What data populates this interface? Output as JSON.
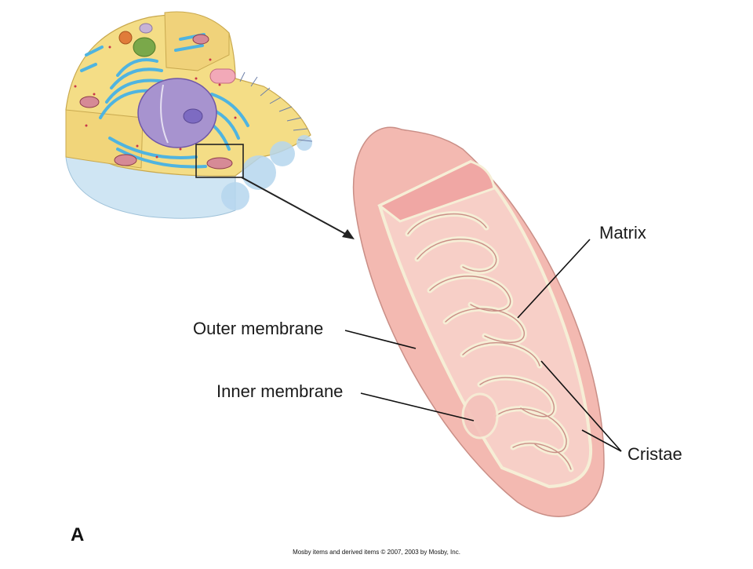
{
  "labels": {
    "matrix": "Matrix",
    "outer_membrane": "Outer membrane",
    "inner_membrane": "Inner membrane",
    "cristae": "Cristae"
  },
  "panel_letter": "A",
  "credit": "Mosby items and derived items © 2007, 2003 by Mosby, Inc.",
  "colors": {
    "outer_membrane": "#f3b9b1",
    "inner_surface": "#f7cfc7",
    "membrane_edge": "#f6eed6",
    "cytoplasm": "#f4dd86",
    "nucleus": "#a793cf",
    "er": "#4fb4e0"
  }
}
